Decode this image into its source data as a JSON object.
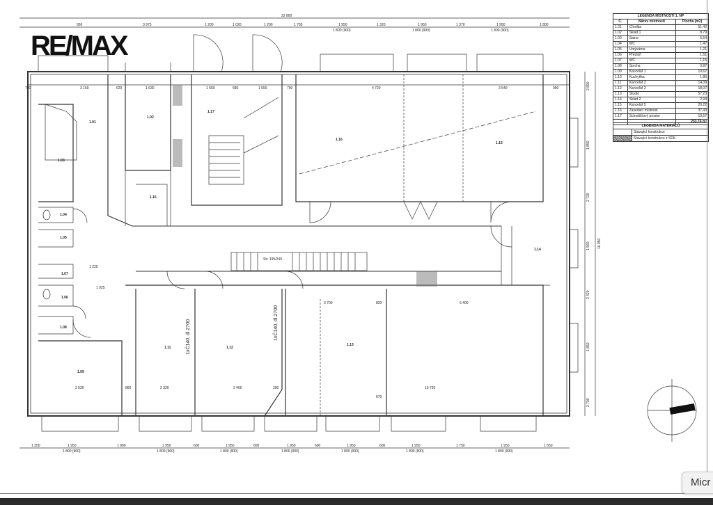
{
  "logo": "RE/MAX",
  "legend_rooms": {
    "title": "LEGENDA MÍSTNOSTÍ 1. NP",
    "headers": [
      "Č.",
      "Název místnosti",
      "Plocha (m2)"
    ],
    "rows": [
      [
        "1.01",
        "Chodba",
        "51,42"
      ],
      [
        "1.02",
        "Sklad 1",
        "8,79"
      ],
      [
        "1.03",
        "Šatna",
        "5,54"
      ],
      [
        "1.04",
        "WC",
        "1,47"
      ],
      [
        "1.05",
        "Umývárna",
        "1,21"
      ],
      [
        "1.06",
        "Předsíň",
        "1,51"
      ],
      [
        "1.07",
        "WC",
        "1,15"
      ],
      [
        "1.08",
        "Sprcha",
        "0,87"
      ],
      [
        "1.09",
        "Kancelář 1",
        "10,67"
      ],
      [
        "1.10",
        "Kuchyňka",
        "1,85"
      ],
      [
        "1.11",
        "Kancelář 2",
        "14,09"
      ],
      [
        "1.12",
        "Kancelář 3",
        "18,07"
      ],
      [
        "1.13",
        "Studio",
        "57,23"
      ],
      [
        "1.14",
        "Sklad 2",
        "2,94"
      ],
      [
        "1.15",
        "Kancelář 5",
        "20,22"
      ],
      [
        "1.16",
        "Zasedací místnost",
        "37,43"
      ],
      [
        "1.17",
        "Schodišťový prostor",
        "19,57"
      ]
    ],
    "total": "253,74 m²"
  },
  "legend_materials": {
    "title": "LEGENDA MATERIÁLŮ",
    "items": [
      "Stávající konstrukce",
      "Stávající konstrukce z SDK"
    ]
  },
  "dims_top_total": "22 800",
  "dims_top": [
    "950",
    "3 975",
    "1 200",
    "1 020",
    "1 200",
    "1 765",
    "1 950",
    "1 320",
    "1 950",
    "1 370",
    "1 950",
    "1 800"
  ],
  "dims_top_sub": [
    "1 800 (900)",
    "1 800 (900)",
    "1 800 (900)"
  ],
  "dims_inner_top": [
    "700",
    "3 150",
    "620",
    "1 630",
    "1 550",
    "680",
    "1 550",
    "700",
    "4 720",
    "3 540",
    "900"
  ],
  "dims_bottom": [
    "1 350",
    "1 950",
    "1 800",
    "1 950",
    "600",
    "1 950",
    "600",
    "1 950",
    "600",
    "1 950",
    "600",
    "1 950",
    "1 750",
    "1 950",
    "1 650"
  ],
  "dims_bottom_sub": "1 800 (900)",
  "dims_right": [
    "2 890",
    "1 850",
    "2 720",
    "1 560",
    "2 420",
    "1 850",
    "2 700"
  ],
  "dims_right_total": "16 950",
  "dims_inner_bottom": [
    "3 520",
    "860",
    "2 320",
    "3 400",
    "200",
    "10 720",
    "3 700",
    "820",
    "6 400",
    "670",
    "1 220",
    "1 925"
  ],
  "rooms": [
    "1.01",
    "1.02",
    "1.03",
    "1.04",
    "1.05",
    "1.06",
    "1.07",
    "1.08",
    "1.09",
    "1.11",
    "1.12",
    "1.13",
    "1.14",
    "1.15",
    "1.16",
    "1.16",
    "1.17"
  ],
  "annotations": {
    "door1": "1xČ140, dl.2700",
    "door2": "1xČ140, dl.2700",
    "stairs": "Str. 195/240"
  },
  "tooltip": "Micr"
}
